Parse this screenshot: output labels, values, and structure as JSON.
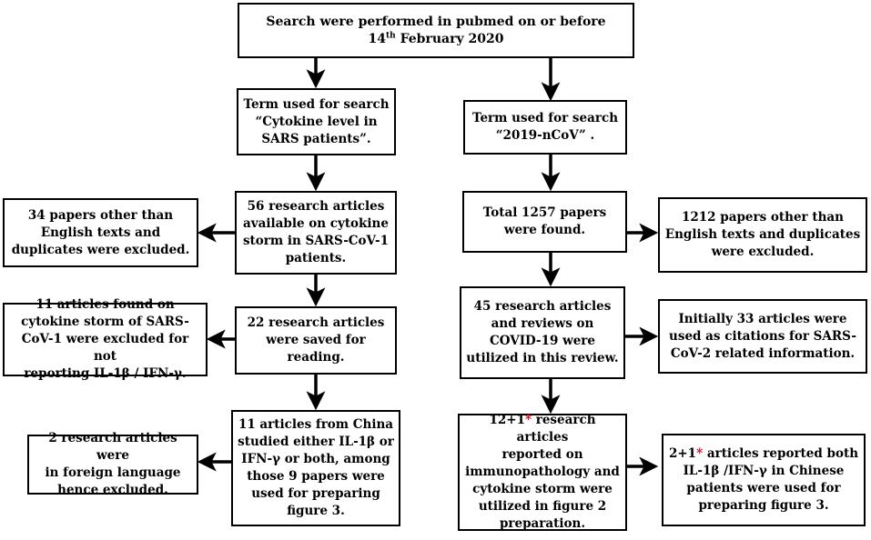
{
  "boxes": {
    "top": {
      "line1": "Search were performed in pubmed on or before",
      "line2_pre": "14",
      "line2_sup": "th",
      "line2_post": " February 2020"
    },
    "left_term": "Term used for search\n“Cytokine level in\nSARS patients”.",
    "right_term": "Term used for search\n“2019-nCoV” .",
    "left_56": "56 research articles\navailable on cytokine\nstorm in SARS-CoV-1\npatients.",
    "left_34": "34 papers other than\nEnglish texts and\nduplicates were excluded.",
    "right_1257": "Total  1257  papers\nwere found.",
    "right_1212": "1212 papers other than\nEnglish texts and duplicates\nwere excluded.",
    "left_22": "22 research articles\nwere saved for\nreading.",
    "left_11excl": "11 articles found on\ncytokine storm of SARS-\nCoV-1 were excluded for not\nreporting IL-1β / IFN-γ.",
    "right_45": "45 research articles\nand reviews on\nCOVID-19 were\nutilized in this review.",
    "right_33": "Initially 33 articles were\nused as citations  for SARS-\nCoV-2 related information.",
    "left_11china": "11 articles from China\nstudied either IL-1β or\nIFN-γ or both, among\nthose  9 papers were\nused for preparing\nfigure 3.",
    "left_2": "2 research articles were\nin foreign language\nhence excluded.",
    "right_12": {
      "pre": "12+1",
      "star": "*",
      "post": " research articles\nreported on\nimmunopathology and\ncytokine storm were\nutilized in figure 2\npreparation."
    },
    "right_2plus1": {
      "pre": "2+1",
      "star": "*",
      "post": " articles reported both\nIL-1β /IFN-γ in Chinese\npatients were used for\npreparing figure 3."
    }
  }
}
